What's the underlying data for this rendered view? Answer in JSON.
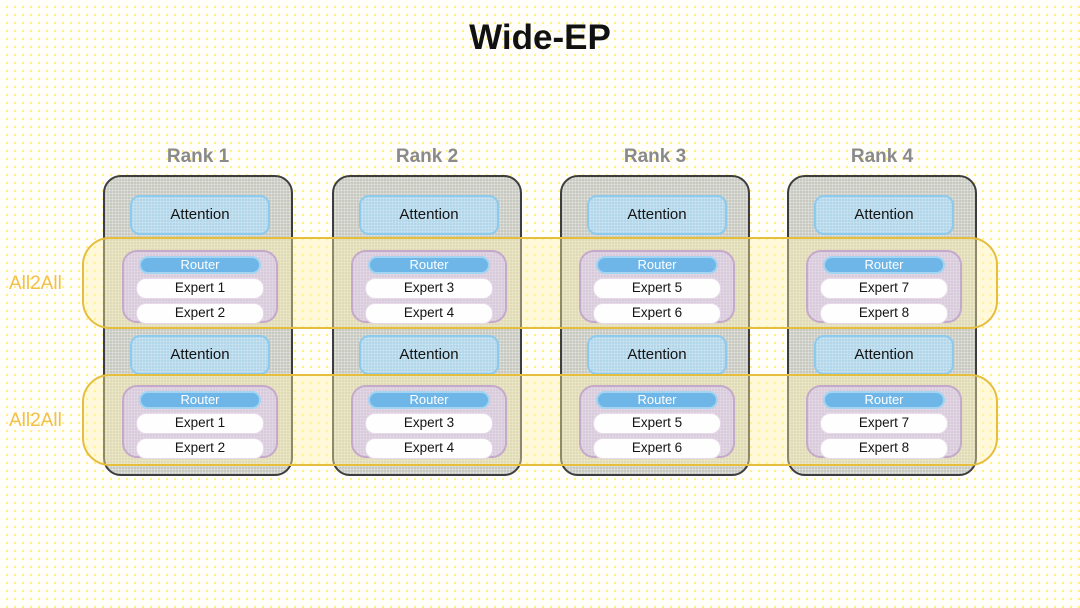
{
  "title": "Wide-EP",
  "all2all_bands": [
    {
      "label": "All2All"
    },
    {
      "label": "All2All"
    }
  ],
  "ranks": [
    {
      "label": "Rank 1",
      "layers": [
        {
          "attention": "Attention",
          "router": "Router",
          "experts": [
            "Expert 1",
            "Expert 2"
          ]
        },
        {
          "attention": "Attention",
          "router": "Router",
          "experts": [
            "Expert 1",
            "Expert 2"
          ]
        }
      ]
    },
    {
      "label": "Rank 2",
      "layers": [
        {
          "attention": "Attention",
          "router": "Router",
          "experts": [
            "Expert 3",
            "Expert 4"
          ]
        },
        {
          "attention": "Attention",
          "router": "Router",
          "experts": [
            "Expert 3",
            "Expert 4"
          ]
        }
      ]
    },
    {
      "label": "Rank 3",
      "layers": [
        {
          "attention": "Attention",
          "router": "Router",
          "experts": [
            "Expert 5",
            "Expert 6"
          ]
        },
        {
          "attention": "Attention",
          "router": "Router",
          "experts": [
            "Expert 5",
            "Expert 6"
          ]
        }
      ]
    },
    {
      "label": "Rank 4",
      "layers": [
        {
          "attention": "Attention",
          "router": "Router",
          "experts": [
            "Expert 7",
            "Expert 8"
          ]
        },
        {
          "attention": "Attention",
          "router": "Router",
          "experts": [
            "Expert 7",
            "Expert 8"
          ]
        }
      ]
    }
  ],
  "colors": {
    "all2all_text": "#f2bf49",
    "band_border": "#e6be3e",
    "band_fill": "#fff3aa",
    "attention_fill": "#b3d7ea",
    "attention_border": "#8ccaee",
    "router_fill": "#6fb6e8",
    "expert_fill": "#fefefe",
    "moe_group_fill": "#d9cbdb",
    "moe_group_border": "#c5a9cb",
    "rank_box_fill": "#c8c9c1",
    "rank_box_border": "#3d3d3d",
    "rank_label_text": "#8a8a8a",
    "title_text": "#111111"
  }
}
